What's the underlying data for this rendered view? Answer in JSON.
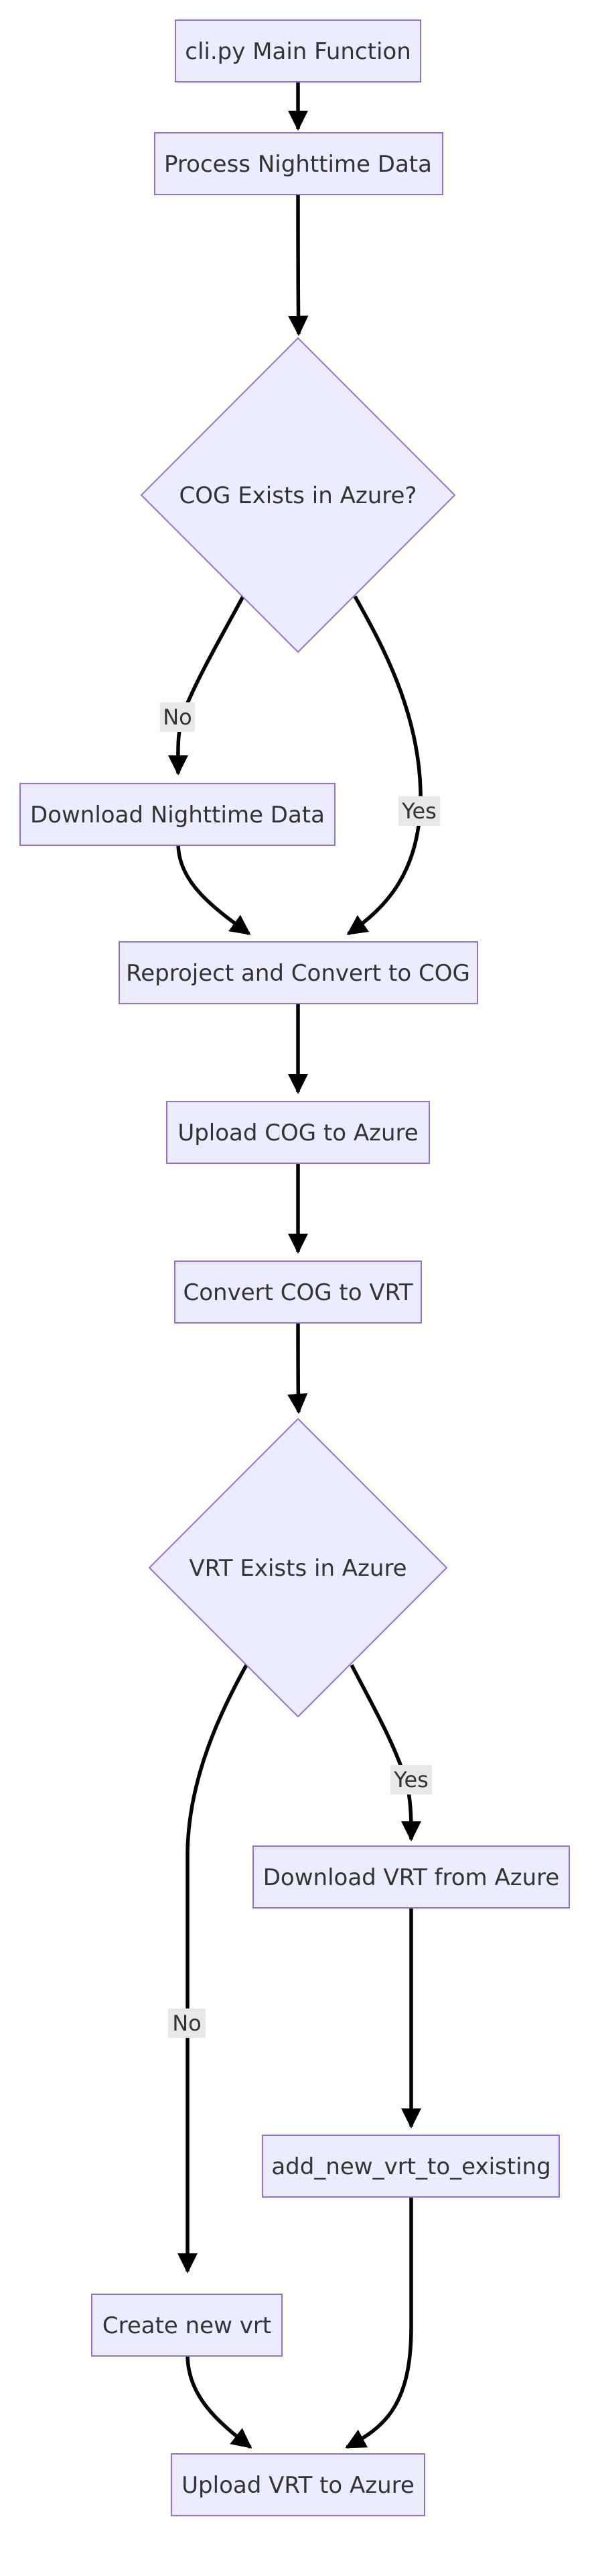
{
  "nodes": {
    "main": "cli.py Main Function",
    "process": "Process Nighttime Data",
    "cog_exists": "COG Exists in Azure?",
    "download": "Download Nighttime Data",
    "reproject": "Reproject and Convert to COG",
    "upload_cog": "Upload COG to Azure",
    "convert_vrt": "Convert COG to VRT",
    "vrt_exists": "VRT Exists in Azure",
    "download_vrt": "Download VRT from Azure",
    "add_new": "add_new_vrt_to_existing",
    "create_vrt": "Create new vrt",
    "upload_vrt": "Upload VRT to Azure"
  },
  "edge_labels": {
    "cog_no": "No",
    "cog_yes": "Yes",
    "vrt_yes": "Yes",
    "vrt_no": "No"
  },
  "colors": {
    "node_fill": "#ECECFF",
    "node_stroke": "#9370DB",
    "edge": "#000000",
    "label_bg": "#E8E8E8",
    "text": "#333333"
  }
}
